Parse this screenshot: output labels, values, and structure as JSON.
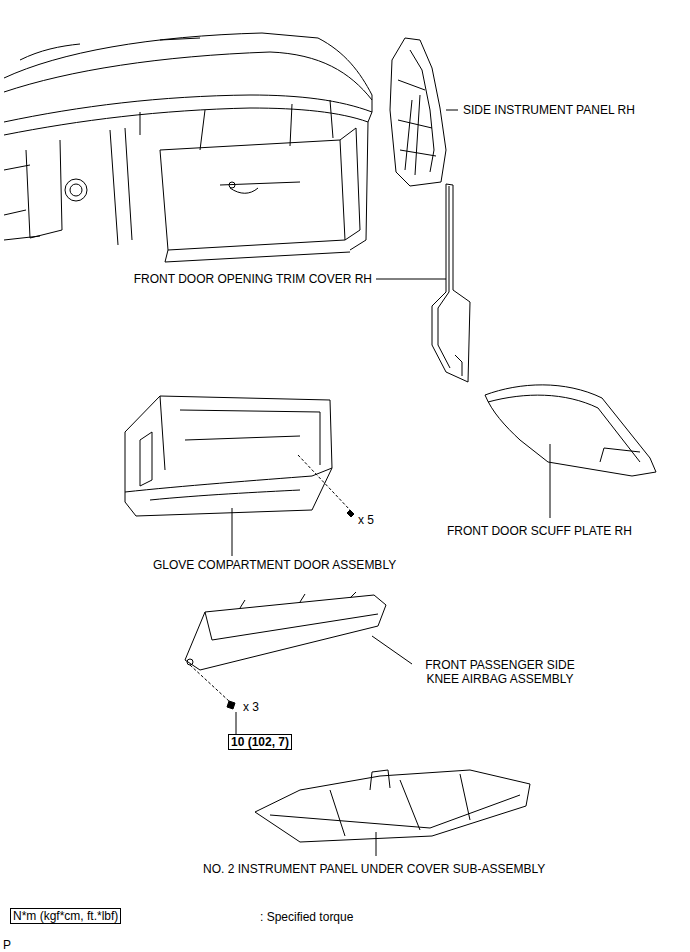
{
  "diagram": {
    "nodes": [
      {
        "text": [
          "10 (102, 7)"
        ]
      },
      {
        "text": [
          "N*m (kgf*cm, ft.*lbf)"
        ]
      }
    ],
    "labels": [
      "SIDE INSTRUMENT PANEL RH",
      "FRONT DOOR OPENING TRIM COVER RH",
      "FRONT DOOR SCUFF PLATE RH",
      "x 5",
      "GLOVE COMPARTMENT DOOR ASSEMBLY",
      "FRONT PASSENGER SIDE KNEE AIRBAG ASSEMBLY",
      "x 3",
      "NO. 2 INSTRUMENT PANEL UNDER COVER SUB-ASSEMBLY",
      ": Specified torque",
      "P"
    ]
  }
}
